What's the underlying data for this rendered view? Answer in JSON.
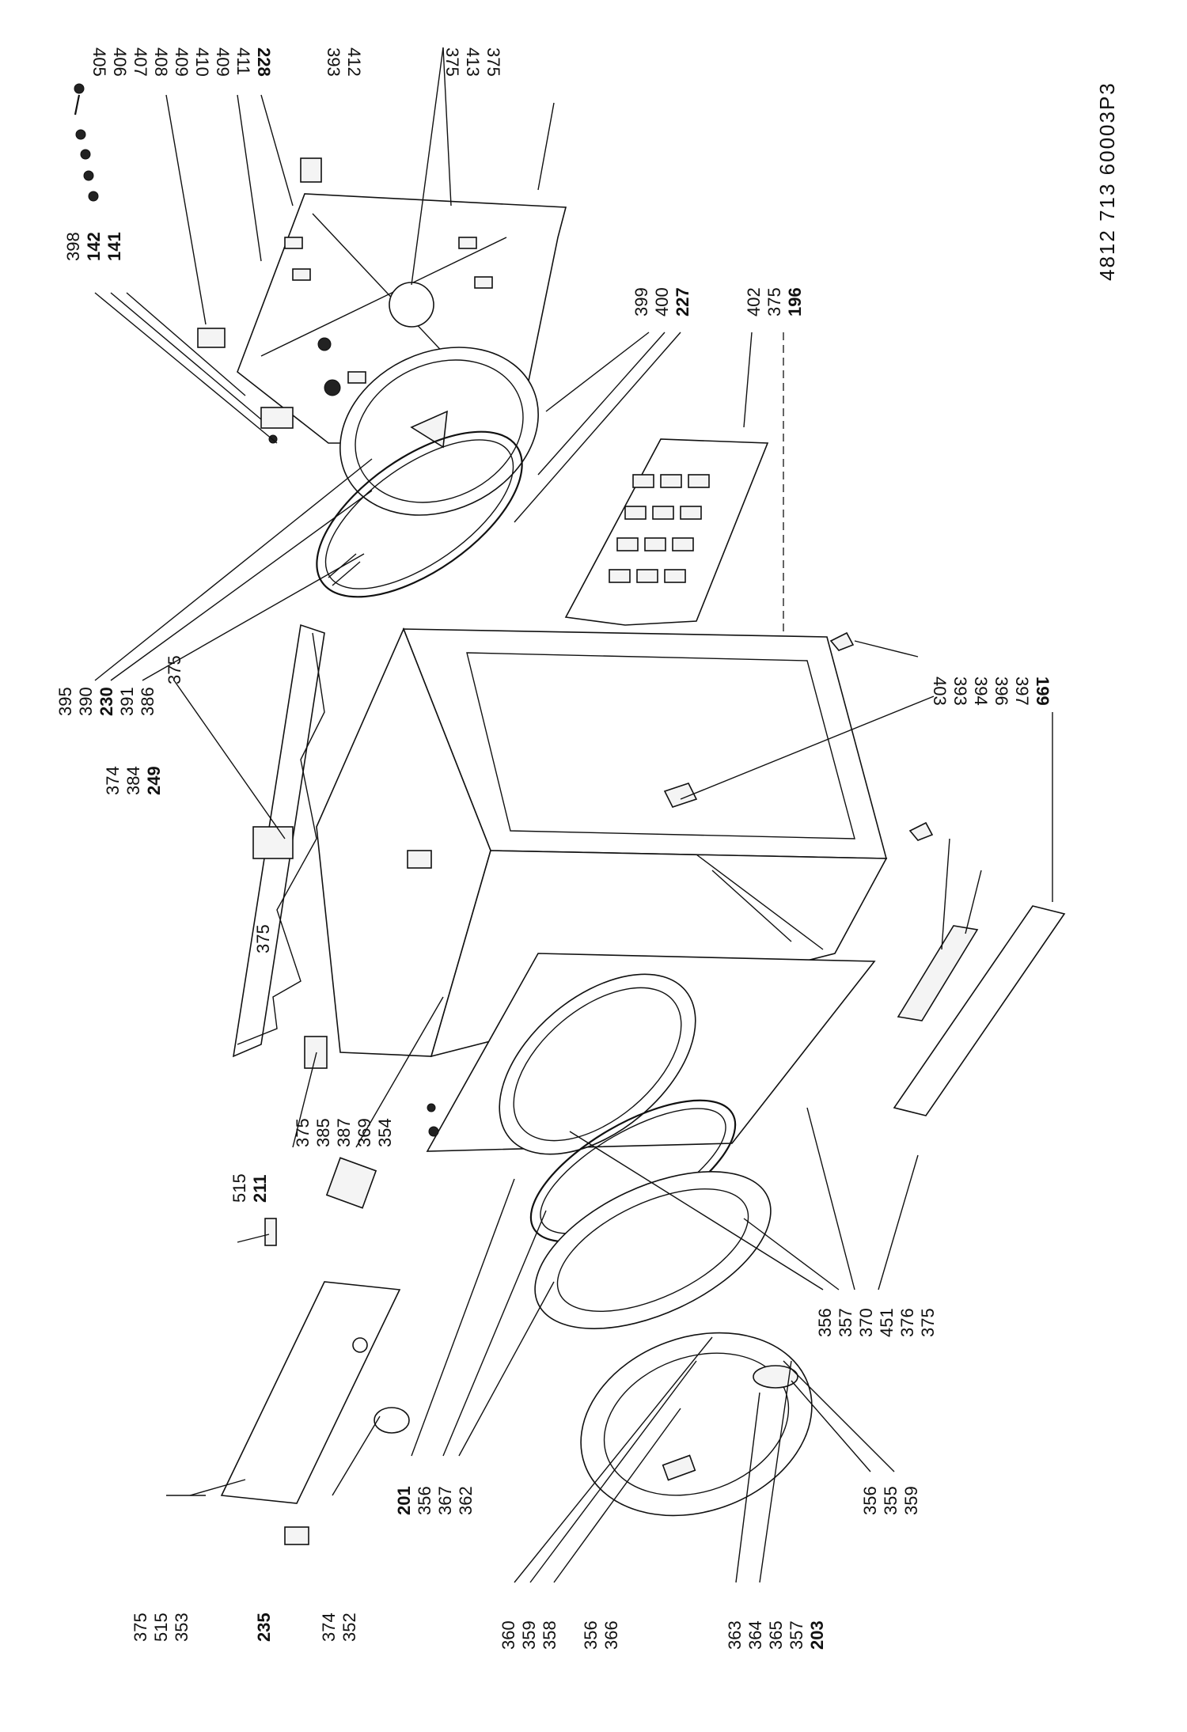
{
  "document_code": "4812 713 60003P3",
  "labels": {
    "top": [
      "405",
      "406",
      "407",
      "408",
      "409",
      "410",
      "409",
      "411",
      "228",
      "393",
      "412",
      "375",
      "413",
      "375"
    ],
    "rear_left": [
      "398",
      "142",
      "141"
    ],
    "heater": [
      "395",
      "390",
      "230",
      "391",
      "386"
    ],
    "drum_back": [
      "399",
      "400",
      "227"
    ],
    "back_panel": [
      "402",
      "375",
      "196"
    ],
    "top_cover": [
      "375",
      "374",
      "384",
      "249",
      "375"
    ],
    "right_side": [
      "403",
      "393",
      "394",
      "396",
      "397",
      "199"
    ],
    "cabinet_left": [
      "375",
      "385",
      "387",
      "369",
      "354"
    ],
    "front_panel": [
      "356",
      "357",
      "370",
      "451",
      "376",
      "375"
    ],
    "control": [
      "515",
      "211"
    ],
    "bottom_left": [
      "375",
      "515",
      "353",
      "235",
      "374",
      "352"
    ],
    "front_ring": [
      "201",
      "356",
      "367",
      "362"
    ],
    "door_left": [
      "360",
      "359",
      "358",
      "356",
      "366"
    ],
    "door_mid": [
      "363",
      "364",
      "365",
      "357",
      "203"
    ],
    "door_right": [
      "356",
      "355",
      "359"
    ]
  }
}
